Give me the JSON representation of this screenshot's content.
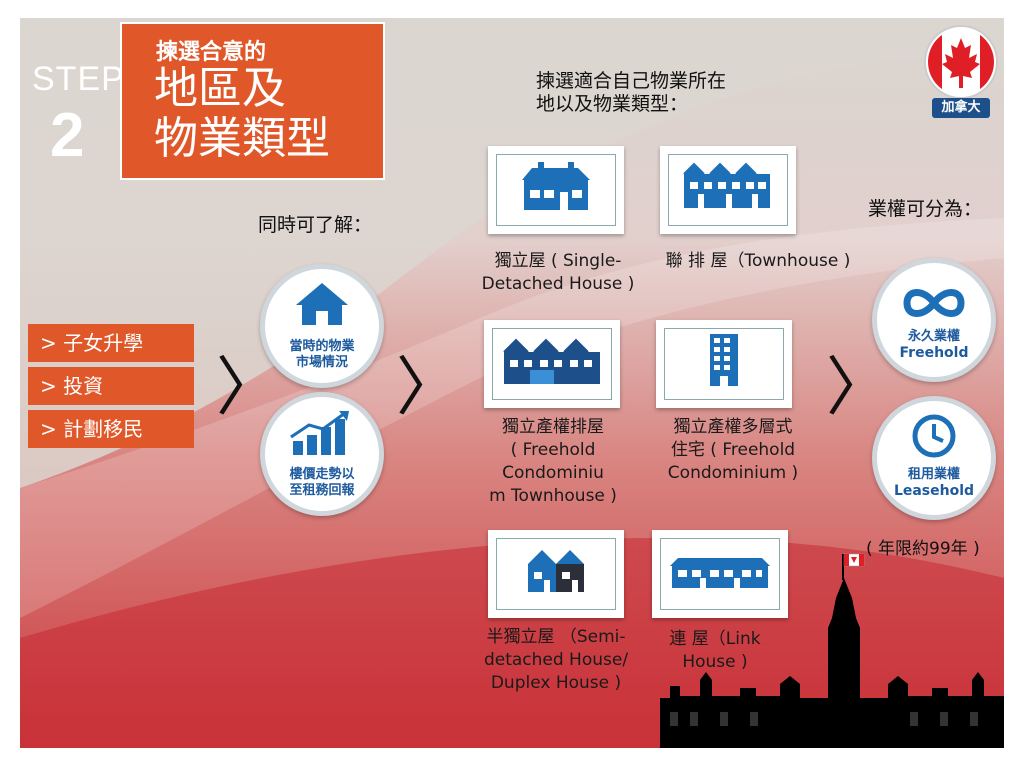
{
  "step": {
    "word": "STEP",
    "number": "2"
  },
  "title": {
    "line_small": "揀選合意的",
    "line_big_1": "地區及",
    "line_big_2": "物業類型"
  },
  "intro_text": {
    "line1": "揀選適合自己物業所在",
    "line2": "地以及物業類型："
  },
  "also_learn": "同時可了解：",
  "side_menu": [
    "> 子女升學",
    "> 投資",
    "> 計劃移民"
  ],
  "circles_left": [
    {
      "line1": "當時的物業",
      "line2": "市場情況",
      "icon": "house-icon"
    },
    {
      "line1": "樓價走勢以",
      "line2": "至租務回報",
      "icon": "bar-chart-icon"
    }
  ],
  "property_types": [
    {
      "lines": [
        "獨立屋 ( Single-",
        "Detached House )"
      ],
      "icon": "detached-house-icon"
    },
    {
      "lines": [
        "聯 排 屋（Townhouse )"
      ],
      "icon": "townhouse-icon"
    },
    {
      "lines": [
        "獨立產權排屋",
        "( Freehold",
        "Condominiu",
        "m Townhouse )"
      ],
      "icon": "condo-townhouse-icon"
    },
    {
      "lines": [
        "獨立產權多層式",
        "住宅 ( Freehold",
        "Condominium )"
      ],
      "icon": "condo-tower-icon"
    },
    {
      "lines": [
        "半獨立屋 （Semi-",
        "detached House/",
        "Duplex House )"
      ],
      "icon": "semi-detached-icon"
    },
    {
      "lines": [
        "連 屋（Link",
        "House )"
      ],
      "icon": "link-house-icon"
    }
  ],
  "ownership_title": "業權可分為：",
  "ownership": [
    {
      "line1": "永久業權",
      "line2": "Freehold",
      "icon": "infinity-icon"
    },
    {
      "line1": "租用業權",
      "line2": "Leasehold",
      "icon": "clock-icon"
    }
  ],
  "lease_note": "( 年限約99年 )",
  "canada_badge": "加拿大",
  "chevrons": [
    "〉",
    "〉",
    "〉"
  ],
  "colors": {
    "accent": "#e0582a",
    "icon_blue": "#1d6fb8",
    "canada_red": "#e01e25"
  }
}
